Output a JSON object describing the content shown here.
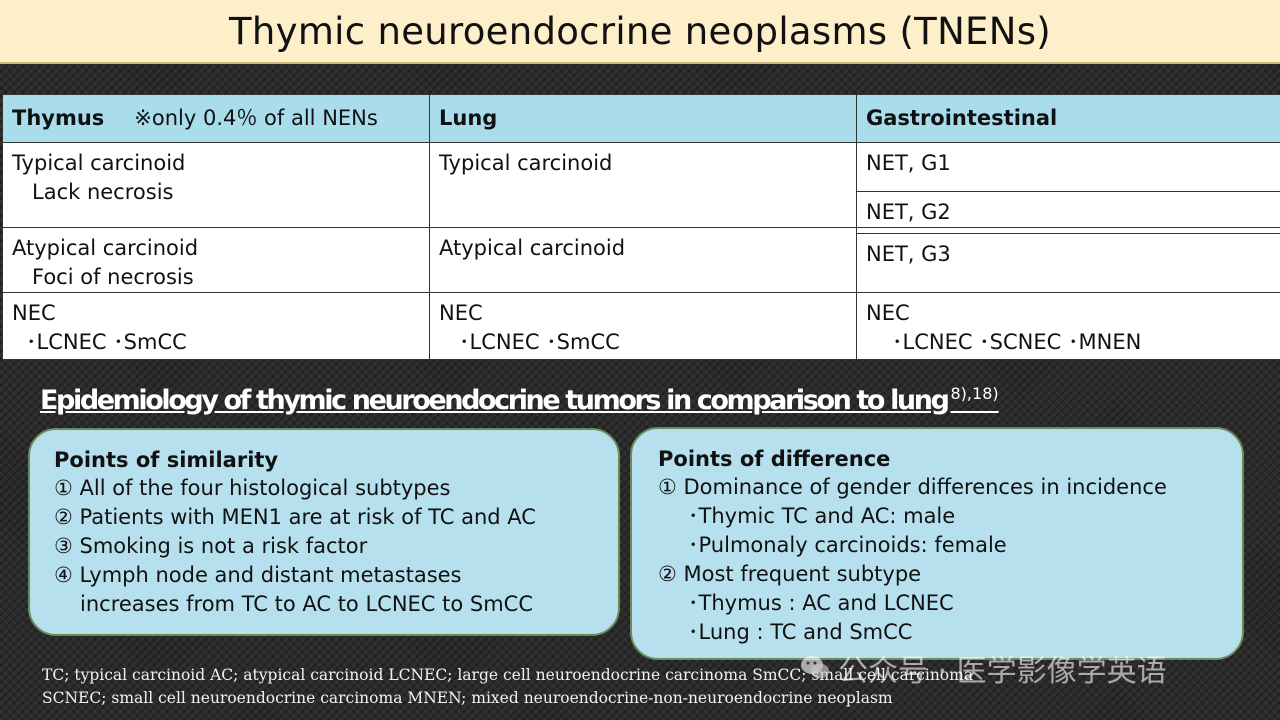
{
  "title": "Thymic neuroendocrine neoplasms (TNENs)",
  "table": {
    "headers": {
      "thymus": "Thymus",
      "thymus_note": "※only 0.4％ of all NENs",
      "lung": "Lung",
      "gi": "Gastrointestinal"
    },
    "thymus": {
      "tc": "Typical carcinoid",
      "tc_note": "Lack necrosis",
      "ac": "Atypical carcinoid",
      "ac_note": "Foci of necrosis",
      "nec": "NEC",
      "nec_types": "･LCNEC ･SmCC"
    },
    "lung": {
      "tc": "Typical carcinoid",
      "ac": "Atypical carcinoid",
      "nec": "NEC",
      "nec_types": "･LCNEC ･SmCC"
    },
    "gi": {
      "g1": "NET, G1",
      "g2": "NET, G2",
      "g3": "NET, G3",
      "nec": "NEC",
      "nec_types": "･LCNEC ･SCNEC ･MNEN"
    }
  },
  "epidemiology": {
    "heading": "Epidemiology of thymic neuroendocrine tumors in comparison to lung",
    "refs": "8),18)"
  },
  "similarity": {
    "title": "Points of similarity",
    "items": [
      "① All of the four histological subtypes",
      "② Patients with MEN1 are at risk of  TC and AC",
      "③ Smoking is not a risk factor",
      "④ Lymph node and distant metastases",
      "increases from TC to AC to LCNEC to SmCC"
    ]
  },
  "difference": {
    "title": "Points of difference",
    "items": [
      "① Dominance of gender differences in incidence",
      "･Thymic TC and AC: male",
      "･Pulmonaly carcinoids: female",
      "② Most frequent subtype",
      "･Thymus : AC and LCNEC",
      "･Lung : TC and SmCC"
    ]
  },
  "footnotes": [
    "TC; typical carcinoid    AC; atypical carcinoid    LCNEC; large cell neuroendocrine carcinoma    SmCC; small cell carcinoma",
    "SCNEC; small cell neuroendocrine carcinoma    MNEN; mixed neuroendocrine-non-neuroendocrine neoplasm"
  ],
  "watermark": "公众号 · 医学影像学英语"
}
